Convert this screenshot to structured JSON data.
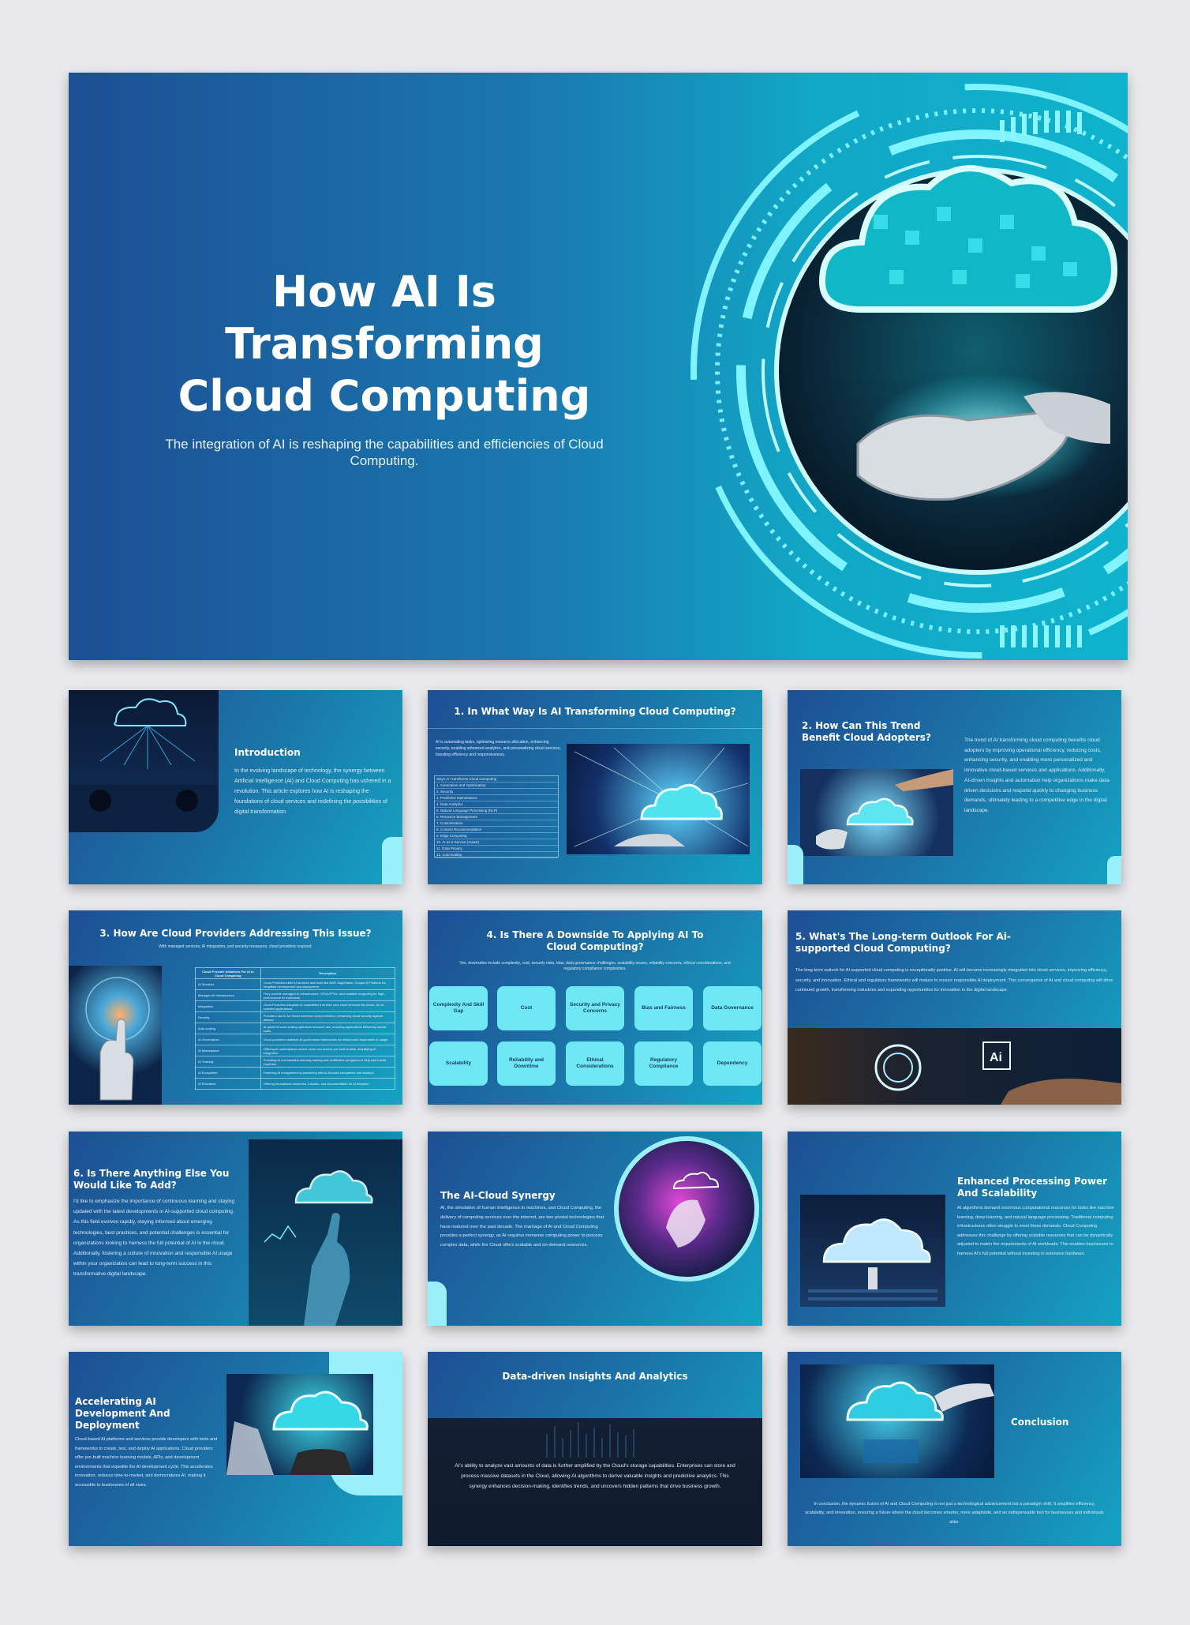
{
  "hero": {
    "title": "How AI Is Transforming Cloud Computing",
    "subtitle": "The integration of AI is reshaping the capabilities and efficiencies of Cloud Computing."
  },
  "slides": {
    "intro": {
      "title": "Introduction",
      "text": "In the evolving landscape of technology, the synergy between Artificial Intelligence (AI) and Cloud Computing has ushered in a revolution. This article explores how AI is reshaping the foundations of cloud services and redefining the possibilities of digital transformation."
    },
    "q1": {
      "title": "1. In What Way Is AI Transforming Cloud Computing?",
      "text": "AI is automating tasks, optimizing resource allocation, enhancing security, enabling advanced analytics, and personalizing cloud services, boosting efficiency and responsiveness.",
      "list": [
        "Ways AI Transforms Cloud Computing",
        "1. Automation and Optimization",
        "2. Security",
        "3. Predictive Maintenance",
        "4. Data Analytics",
        "5. Natural Language Processing (NLP)",
        "6. Resource Management",
        "7. Customization",
        "8. Content Recommendation",
        "9. Edge Computing",
        "10. AI as a Service (AIaaS)",
        "11. Data Privacy",
        "12. Auto-scaling"
      ]
    },
    "q2": {
      "title": "2. How Can This Trend Benefit Cloud Adopters?",
      "text": "The trend of AI transforming cloud computing benefits cloud adopters by improving operational efficiency, reducing costs, enhancing security, and enabling more personalized and innovative cloud-based services and applications. Additionally, AI-driven insights and automation help organizations make data-driven decisions and respond quickly to changing business demands, ultimately leading to a competitive edge in the digital landscape."
    },
    "q3": {
      "title": "3. How Are Cloud Providers Addressing This Issue?",
      "subtitle": "With managed services, AI integration, and security measures, cloud providers respond.",
      "table_headers": [
        "Cloud Provider Initiatives For AI In Cloud Computing",
        "Description"
      ],
      "table_rows": [
        [
          "AI Services",
          "Cloud Providers offer AI services and tools like AWS SageMaker, Google AI Platform for simplified development and deployment."
        ],
        [
          "Managed AI Infrastructure",
          "They provide managed AI infrastructure, GPUs/TPUs, and scalable computing for high-performance AI workloads."
        ],
        [
          "Integration",
          "Cloud Providers integrate AI capabilities into their core cloud services like Azure, for AI-enabled applications."
        ],
        [
          "Security",
          "Providers use AI for threat detection and prevention, enhancing cloud security against attacks."
        ],
        [
          "Auto-scaling",
          "AI-powered auto-scaling optimizes resource use, ensuring applications efficiently handle loads."
        ],
        [
          "AI Governance",
          "Cloud providers establish AI governance frameworks for ethical and responsible AI usage."
        ],
        [
          "AI Marketplace",
          "Offering AI marketplaces where users can access pre-built models, simplifying AI integration."
        ],
        [
          "AI Training",
          "Providing AI and machine learning training and certification programs to help users build expertise."
        ],
        [
          "AI Ecosystem",
          "Fostering AI ecosystems by partnering with AI-focused companies and startups."
        ],
        [
          "AI Education",
          "Offering educational resources, tutorials, and documentation for AI adoption."
        ]
      ]
    },
    "q4": {
      "title": "4. Is There A Downside To Applying AI To Cloud Computing?",
      "text": "Yes, downsides include complexity, cost, security risks, bias, data governance challenges, scalability issues, reliability concerns, ethical considerations, and regulatory compliance complexities.",
      "tiles": [
        "Complexity And Skill Gap",
        "Cost",
        "Security and Privacy Concerns",
        "Bias and Fairness",
        "Data Governance",
        "Scalability",
        "Reliability and Downtime",
        "Ethical Considerations",
        "Regulatory Compliance",
        "Dependency"
      ]
    },
    "q5": {
      "title": "5. What's The Long-term Outlook For Ai-supported Cloud Computing?",
      "text": "The long-term outlook for AI supported cloud computing is exceptionally positive. AI will become increasingly integrated into cloud services, improving efficiency, security, and innovation. Ethical and regulatory frameworks will mature to ensure responsible AI deployment. This convergence of AI and cloud computing will drive continued growth, transforming industries and expanding opportunities for innovation in the digital landscape."
    },
    "q6": {
      "title": "6. Is There Anything Else You Would Like To Add?",
      "text": "I'd like to emphasize the importance of continuous learning and staying updated with the latest developments in AI-supported cloud computing. As this field evolves rapidly, staying informed about emerging technologies, best practices, and potential challenges is essential for organizations looking to harness the full potential of AI in the cloud. Additionally, fostering a culture of innovation and responsible AI usage within your organization can lead to long-term success in this transformative digital landscape."
    },
    "synergy": {
      "title": "The AI-Cloud Synergy",
      "text": "AI, the simulation of human intelligence in machines, and Cloud Computing, the delivery of computing services over the internet, are two pivotal technologies that have matured over the past decade. The marriage of AI and Cloud Computing provides a perfect synergy, as AI requires immense computing power to process complex data, while the Cloud offers scalable and on-demand resources."
    },
    "processing": {
      "title": "Enhanced Processing Power And Scalability",
      "text": "AI algorithms demand enormous computational resources for tasks like machine learning, deep learning, and natural language processing. Traditional computing infrastructures often struggle to meet these demands. Cloud Computing addresses this challenge by offering scalable resources that can be dynamically adjusted to match the requirements of AI workloads. This enables businesses to harness AI's full potential without investing in extensive hardware."
    },
    "accelerating": {
      "title": "Accelerating AI Development And Deployment",
      "text": "Cloud-based AI platforms and services provide developers with tools and frameworks to create, test, and deploy AI applications. Cloud providers offer pre-built machine learning models, APIs, and development environments that expedite the AI development cycle. This accelerates innovation, reduces time-to-market, and democratizes AI, making it accessible to businesses of all sizes."
    },
    "insights": {
      "title": "Data-driven Insights And Analytics",
      "text": "AI's ability to analyze vast amounts of data is further amplified by the Cloud's storage capabilities. Enterprises can store and process massive datasets in the Cloud, allowing AI algorithms to derive valuable insights and predictive analytics. This synergy enhances decision-making, identifies trends, and uncovers hidden patterns that drive business growth."
    },
    "conclusion": {
      "title": "Conclusion",
      "text": "In conclusion, the dynamic fusion of AI and Cloud Computing is not just a technological advancement but a paradigm shift. It amplifies efficiency, scalability, and innovation, ensuring a future where the cloud becomes smarter, more adaptable, and an indispensable tool for businesses and individuals alike."
    }
  },
  "colors": {
    "accent": "#9af0fa",
    "tile": "#6ee8f5",
    "deep_blue": "#1d4f94",
    "teal": "#14a3c2"
  }
}
